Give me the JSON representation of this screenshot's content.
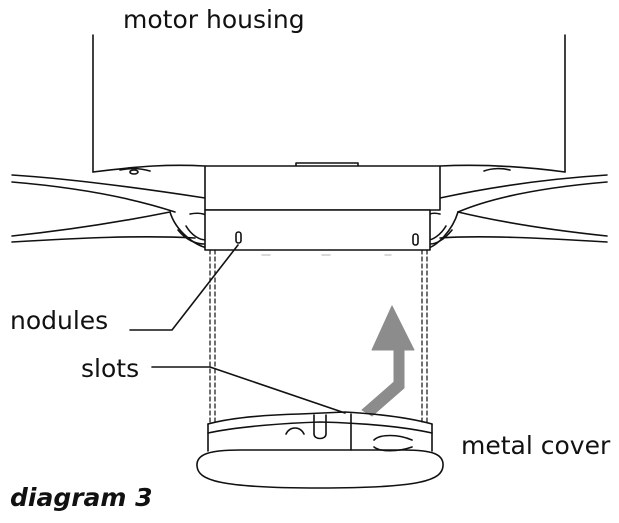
{
  "labels": {
    "motor_housing": "motor housing",
    "nodules": "nodules",
    "slots": "slots",
    "metal_cover": "metal cover"
  },
  "caption": "diagram 3",
  "colors": {
    "line": "#111111",
    "arrow": "#8c8c8c",
    "background": "#ffffff"
  }
}
